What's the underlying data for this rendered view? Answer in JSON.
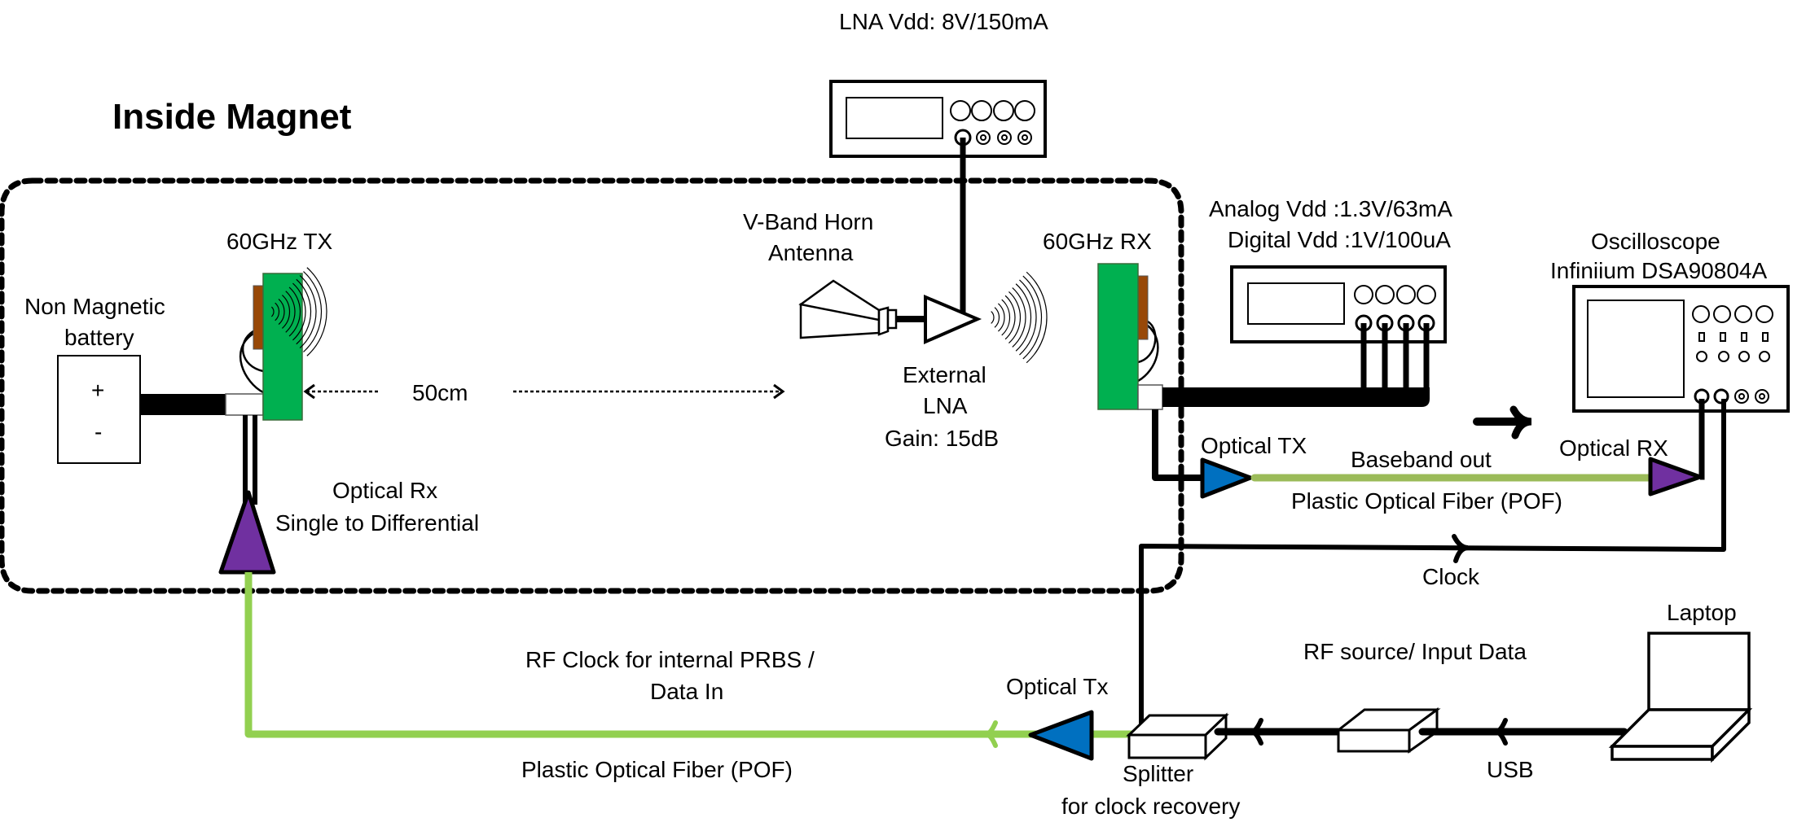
{
  "colors": {
    "board_green": "#00b050",
    "chip_brown": "#984807",
    "optical_rx_purple": "#7030a0",
    "optical_tx_blue": "#0070c0",
    "pof_top": "#9bbb59",
    "pof_bottom": "#92d050",
    "line": "#000000"
  },
  "region": {
    "title": "Inside Magnet"
  },
  "labels": {
    "lna_vdd": "LNA Vdd: 8V/150mA",
    "tx": "60GHz TX",
    "battery_line1": "Non Magnetic",
    "battery_line2": "battery",
    "battery_plus": "+",
    "battery_minus": "-",
    "distance": "50cm",
    "horn_line1": "V-Band Horn",
    "horn_line2": "Antenna",
    "lna_line1": "External",
    "lna_line2": "LNA",
    "lna_line3": "Gain: 15dB",
    "rx": "60GHz RX",
    "analog_vdd": "Analog Vdd  :1.3V/63mA",
    "digital_vdd": "Digital Vdd :1V/100uA",
    "osc_line1": "Oscilloscope",
    "osc_line2": "Infiniium DSA90804A",
    "optical_rx_in_line1": "Optical Rx",
    "optical_rx_in_line2": "Single to Differential",
    "optical_tx_top": "Optical TX",
    "baseband_out": "Baseband out",
    "pof_top": "Plastic Optical Fiber (POF)",
    "optical_rx_top": "Optical RX",
    "clock": "Clock",
    "laptop": "Laptop",
    "rf_source": "RF source/ Input Data",
    "rf_clock_line1": "RF Clock for internal PRBS /",
    "rf_clock_line2": "Data In",
    "optical_tx_bottom": "Optical Tx",
    "pof_bottom": "Plastic Optical Fiber (POF)",
    "usb": "USB",
    "splitter_line1": "Splitter",
    "splitter_line2": "for clock recovery"
  }
}
